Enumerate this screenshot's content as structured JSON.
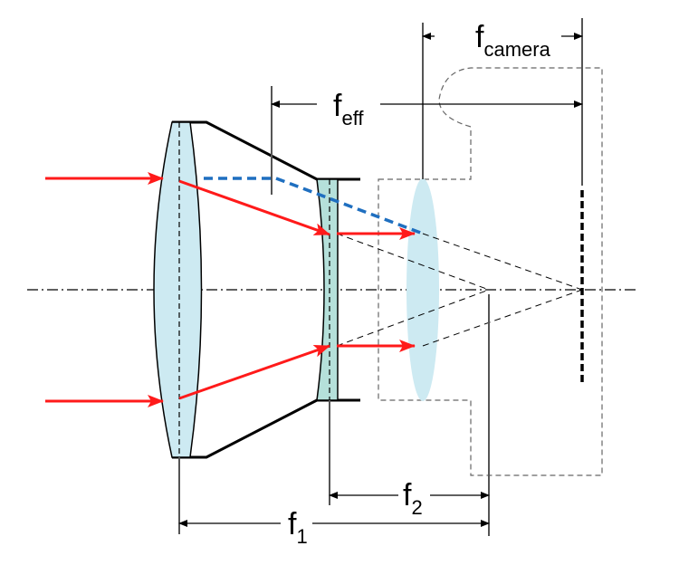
{
  "labels": {
    "f_camera": {
      "main": "f",
      "sub": "camera"
    },
    "f_eff": {
      "main": "f",
      "sub": "eff"
    },
    "f_1": {
      "main": "f",
      "sub": "1"
    },
    "f_2": {
      "main": "f",
      "sub": "2"
    }
  },
  "colors": {
    "ray": "#ff1a1a",
    "chief_ray": "#1f6fc0",
    "lens_fill": "#cdeaf2",
    "concave_fill": "#b5e0da"
  }
}
